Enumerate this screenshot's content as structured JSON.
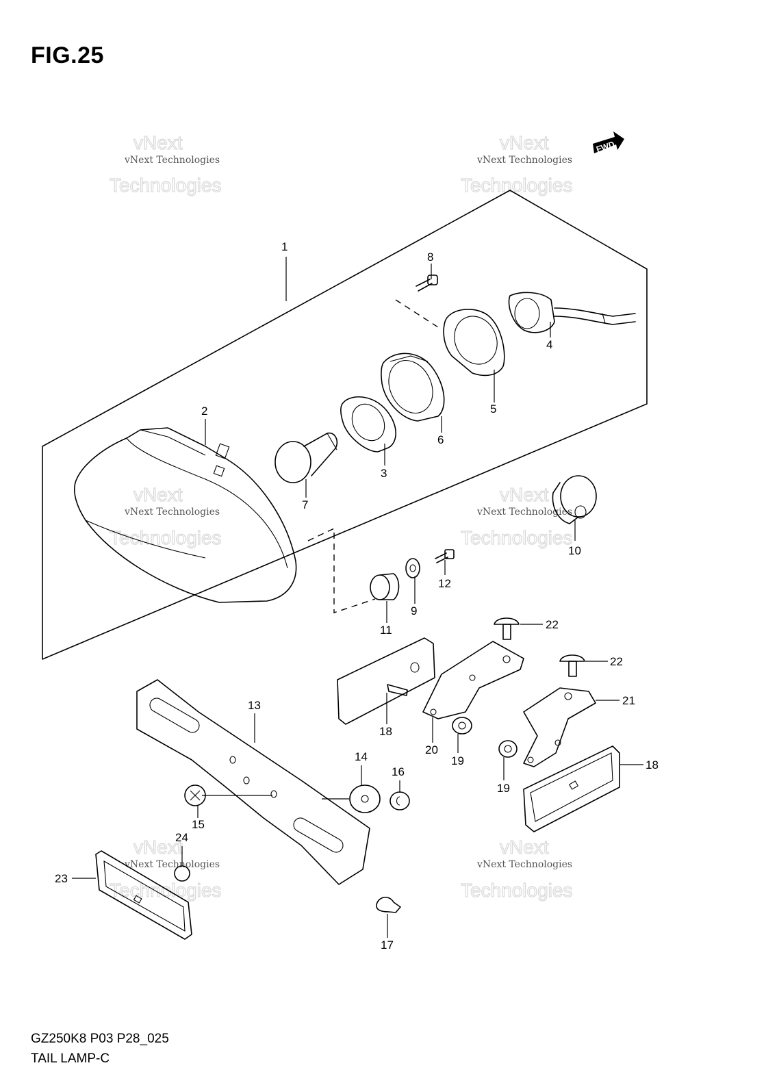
{
  "figure": {
    "title": "FIG.25",
    "fwd_label": "FWD",
    "code": "GZ250K8 P03 P28_025",
    "name": "TAIL LAMP-C"
  },
  "watermark": {
    "line1": "vNext Technologies",
    "big_line1": "vNext",
    "big_line2": "Technologies"
  },
  "callouts": {
    "c1": "1",
    "c2": "2",
    "c3": "3",
    "c4": "4",
    "c5": "5",
    "c6": "6",
    "c7": "7",
    "c8": "8",
    "c9": "9",
    "c10": "10",
    "c11": "11",
    "c12": "12",
    "c13": "13",
    "c14": "14",
    "c15": "15",
    "c16": "16",
    "c17": "17",
    "c18a": "18",
    "c18b": "18",
    "c19a": "19",
    "c19b": "19",
    "c20": "20",
    "c21": "21",
    "c22a": "22",
    "c22b": "22",
    "c23": "23",
    "c24": "24"
  }
}
